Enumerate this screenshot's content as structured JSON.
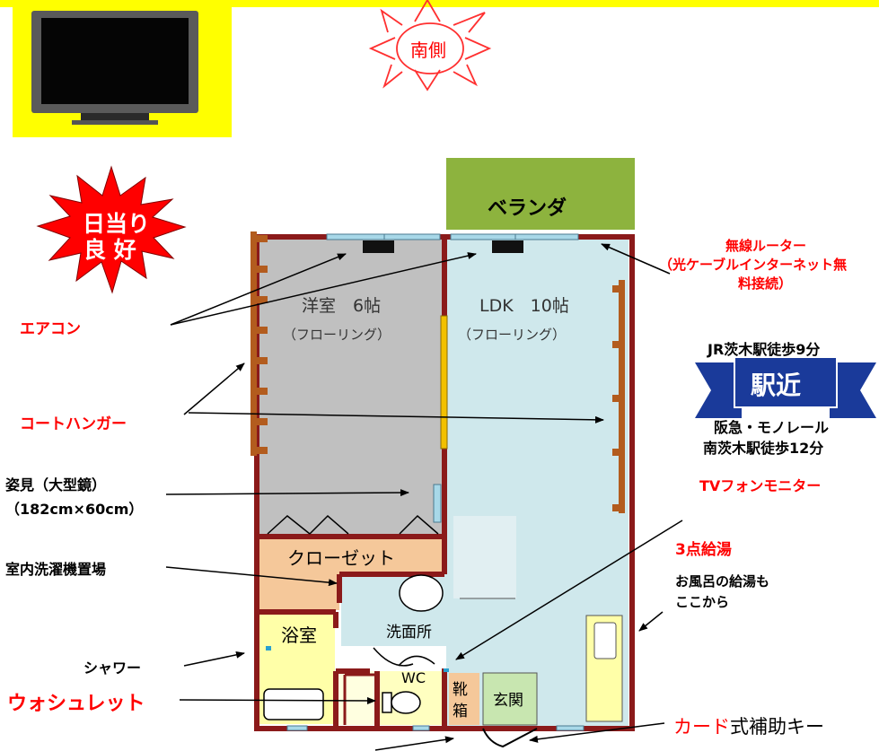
{
  "south": "南側",
  "sunny": [
    "日当り",
    "良 好"
  ],
  "veranda": "ベランダ",
  "room_western": "洋室　6帖",
  "room_western_floor": "（フローリング）",
  "room_ldk": "LDK　10帖",
  "room_ldk_floor": "（フローリング）",
  "closet": "クローゼット",
  "bath": "浴室",
  "washroom": "洗面所",
  "wc": "WC",
  "shoebox": [
    "靴",
    "箱"
  ],
  "entrance": "玄関",
  "labels": {
    "aircon": "エアコン",
    "coat_hanger": "コートハンガー",
    "mirror": [
      "姿見（大型鏡）",
      "（182cm×60cm）"
    ],
    "washer": "室内洗濯機置場",
    "shower": "シャワー",
    "washlet": "ウォシュレット",
    "router": [
      "無線ルーター",
      "（光ケーブルインターネット無",
      "料接続）"
    ],
    "jr_station": "JR茨木駅徒歩9分",
    "near_station": "駅近",
    "hankyu": [
      "阪急・モノレール",
      "南茨木駅徒歩12分"
    ],
    "tv_phone": "TVフォンモニター",
    "hot_water": "3点給湯",
    "bath_water": [
      "お風呂の給湯も",
      "ここから"
    ],
    "card_key_red": "カード",
    "card_key_black": "式補助キー"
  },
  "colors": {
    "wall": "#8b1a1a",
    "western_floor": "#c0c0c0",
    "ldk_floor": "#cfe8ec",
    "closet": "#f5c89a",
    "bath": "#ffffa8",
    "veranda": "#8db33e",
    "hanger": "#b35c1e",
    "yellow_band": "#ffff00",
    "accent_red": "#ff0000"
  }
}
